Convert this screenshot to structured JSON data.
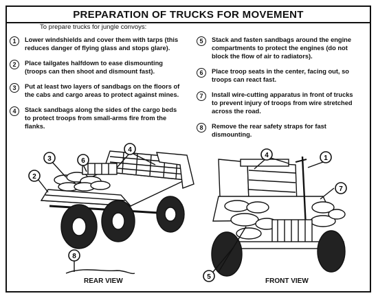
{
  "title": "PREPARATION OF TRUCKS FOR MOVEMENT",
  "intro": "To prepare trucks for jungle convoys:",
  "steps": [
    {
      "num": "1",
      "text": "Lower windshields and cover them with tarps (this reduces danger of flying glass and stops glare)."
    },
    {
      "num": "2",
      "text": "Place tailgates halfdown to ease dismounting (troops can then shoot and dismount fast)."
    },
    {
      "num": "3",
      "text": "Put at least two layers of sandbags on the floors of the cabs and cargo areas to protect against mines."
    },
    {
      "num": "4",
      "text": "Stack sandbags along the sides of the cargo beds to protect troops from small-arms fire from the flanks."
    },
    {
      "num": "5",
      "text": "Stack and fasten sandbags around the engine compartments to protect the engines (do not block the flow of air to radiators)."
    },
    {
      "num": "6",
      "text": "Place troop seats in the center, facing out, so troops can react fast."
    },
    {
      "num": "7",
      "text": "Install wire-cutting apparatus in front of trucks to prevent injury of troops from wire stretched across the road."
    },
    {
      "num": "8",
      "text": "Remove the rear safety straps for fast dismounting."
    }
  ],
  "captions": {
    "rear": "REAR VIEW",
    "front": "FRONT VIEW"
  },
  "callouts_rear": [
    "2",
    "3",
    "6",
    "4",
    "8"
  ],
  "callouts_front": [
    "4",
    "1",
    "7",
    "5"
  ]
}
